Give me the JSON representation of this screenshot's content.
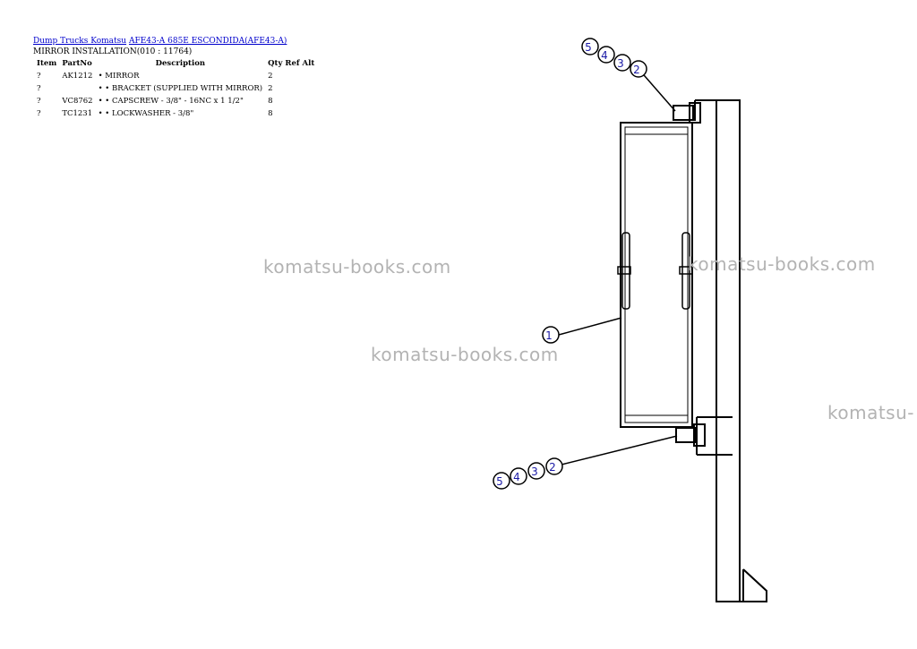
{
  "breadcrumb": {
    "link1": "Dump Trucks Komatsu",
    "link2": "AFE43-A 685E ESCONDIDA(AFE43-A)"
  },
  "page_title": "MIRROR INSTALLATION(010 : 11764)",
  "table": {
    "headers": [
      "Item",
      "PartNo",
      "Description",
      "Qty",
      "Ref",
      "Alt"
    ],
    "rows": [
      {
        "item": "?",
        "partno": "AK1212",
        "description": "• MIRROR",
        "qty": "2",
        "ref": "",
        "alt": ""
      },
      {
        "item": "?",
        "partno": "",
        "description": "• • BRACKET (SUPPLIED WITH MIRROR)",
        "qty": "2",
        "ref": "",
        "alt": ""
      },
      {
        "item": "?",
        "partno": "VC8762",
        "description": "• • CAPSCREW - 3/8\" - 16NC x 1 1/2\"",
        "qty": "8",
        "ref": "",
        "alt": ""
      },
      {
        "item": "?",
        "partno": "TC1231",
        "description": "• • LOCKWASHER - 3/8\"",
        "qty": "8",
        "ref": "",
        "alt": ""
      }
    ]
  },
  "watermarks": [
    "komatsu-books.com",
    "komatsu-books.com",
    "komatsu-books.com",
    "komatsu-"
  ],
  "diagram": {
    "callouts_top": [
      "5",
      "4",
      "3",
      "2"
    ],
    "callouts_bottom": [
      "5",
      "4",
      "3",
      "2"
    ],
    "callout_mirror": "1",
    "callout_color": "#1a1aa6"
  }
}
